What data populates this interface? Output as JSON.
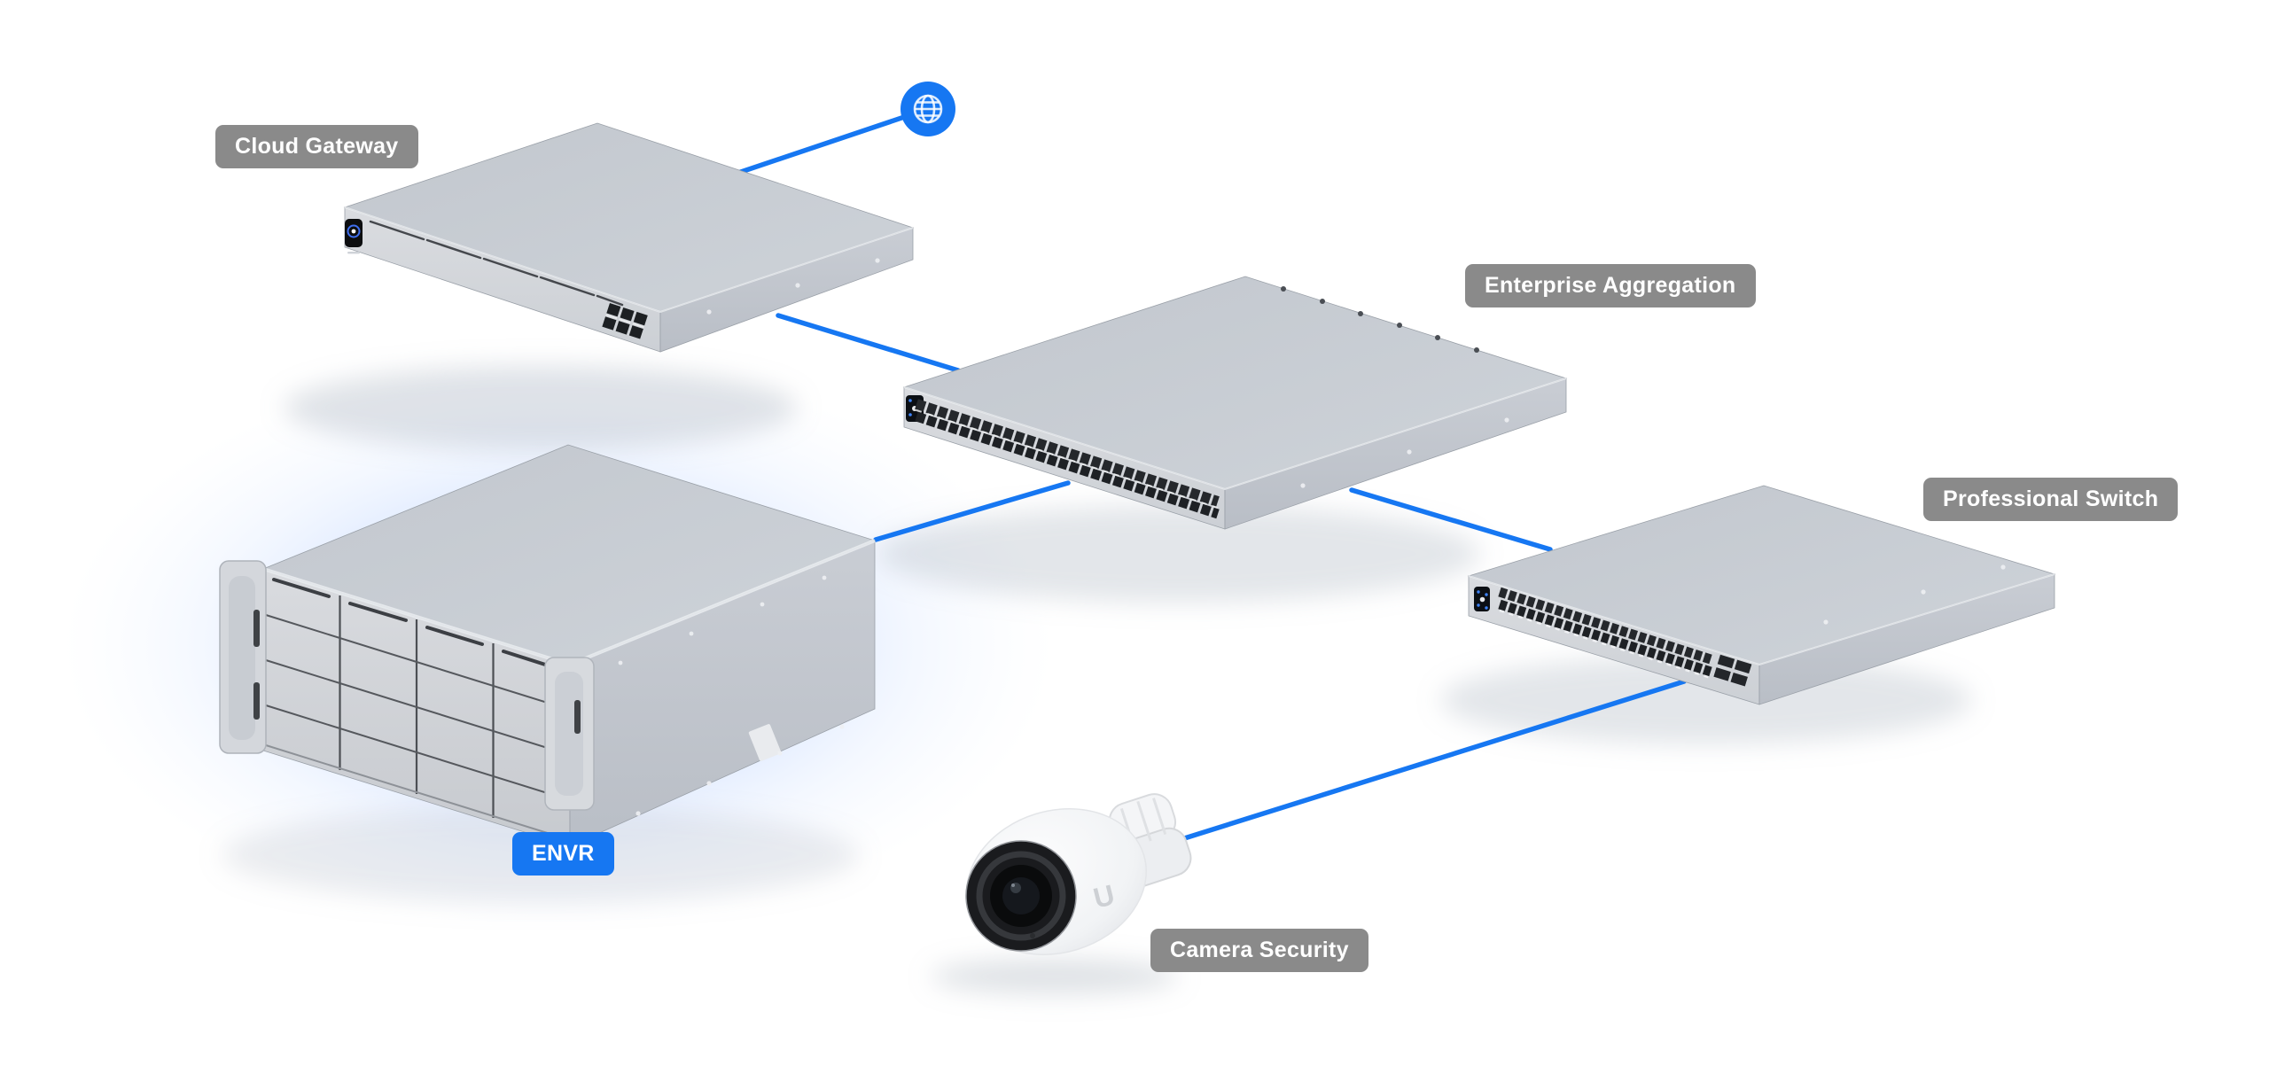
{
  "labels": {
    "cloud_gateway": "Cloud Gateway",
    "enterprise_aggregation": "Enterprise Aggregation",
    "professional_switch": "Professional Switch",
    "envr": "ENVR",
    "camera_security": "Camera Security"
  },
  "camera": {
    "logo": "U"
  },
  "nodes": [
    {
      "id": "internet",
      "type": "icon",
      "icon": "internet-globe-icon"
    },
    {
      "id": "cloud-gateway",
      "label": "Cloud Gateway",
      "type": "gateway",
      "highlighted": false
    },
    {
      "id": "enterprise-aggregation",
      "label": "Enterprise Aggregation",
      "type": "aggregation-switch",
      "highlighted": false
    },
    {
      "id": "professional-switch",
      "label": "Professional Switch",
      "type": "access-switch",
      "highlighted": false
    },
    {
      "id": "envr",
      "label": "ENVR",
      "type": "network-video-recorder",
      "highlighted": true
    },
    {
      "id": "camera-security",
      "label": "Camera Security",
      "type": "camera",
      "highlighted": false
    }
  ],
  "connections": [
    {
      "from": "internet",
      "to": "cloud-gateway"
    },
    {
      "from": "cloud-gateway",
      "to": "enterprise-aggregation"
    },
    {
      "from": "enterprise-aggregation",
      "to": "envr"
    },
    {
      "from": "enterprise-aggregation",
      "to": "professional-switch"
    },
    {
      "from": "professional-switch",
      "to": "camera-security"
    }
  ],
  "colors": {
    "accent_blue": "#1677F2",
    "label_gray": "#8A8A8A",
    "label_text": "#FFFFFF",
    "background": "#FFFFFF",
    "envr_glow": "#7FAAFF",
    "device_gray": "#C9CDD4"
  }
}
